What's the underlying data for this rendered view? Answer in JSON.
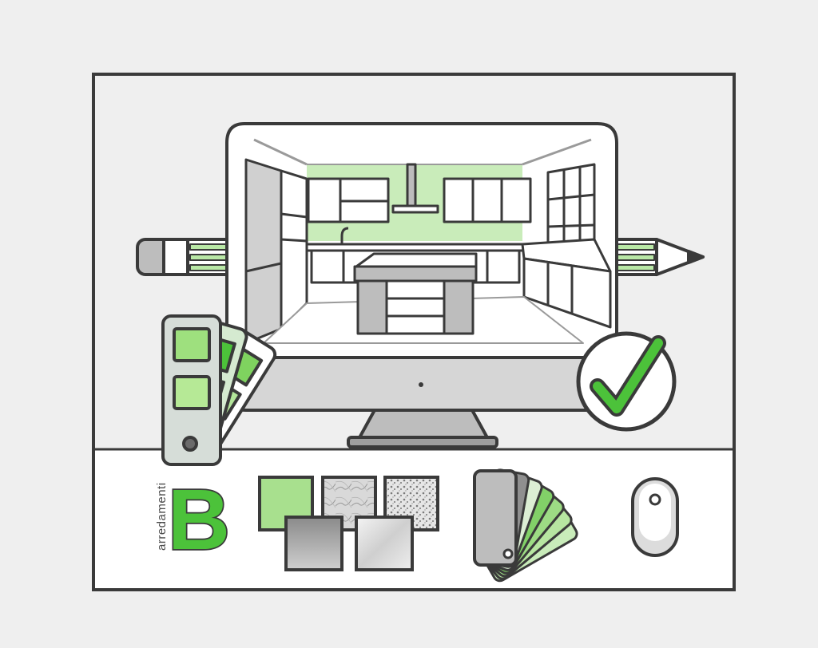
{
  "brand": {
    "word": "arredamenti",
    "letter": "B"
  },
  "colors": {
    "green": "#4cc23a",
    "light_green": "#c9ecba",
    "outline": "#3a3a3a",
    "grey": "#bdbdbd",
    "background": "#efefef"
  },
  "icons": [
    "pencil-icon",
    "monitor-icon",
    "kitchen-drawing",
    "color-swatch-icon",
    "checkmark-icon",
    "material-samples-icon",
    "fan-deck-icon",
    "mouse-icon"
  ]
}
